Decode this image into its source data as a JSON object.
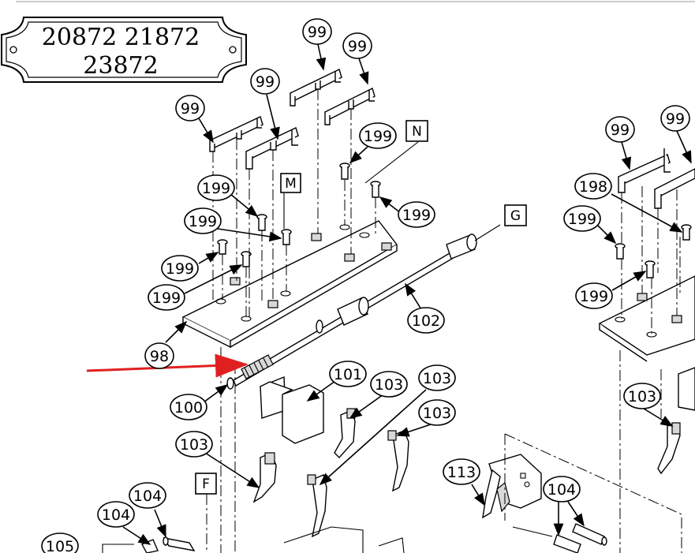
{
  "badge": {
    "line1": "20872  21872",
    "line2": "23872"
  },
  "callouts": {
    "c99a": "99",
    "c99b": "99",
    "c99c": "99",
    "c99d": "99",
    "c99e": "99",
    "c99f": "99",
    "c199a": "199",
    "c199b": "199",
    "c199c": "199",
    "c199d": "199",
    "c199e": "199",
    "c199f": "199",
    "c199g": "199",
    "c199h": "199",
    "c198": "198",
    "c98": "98",
    "c100": "100",
    "c101": "101",
    "c102": "102",
    "c103a": "103",
    "c103b": "103",
    "c103c": "103",
    "c103d": "103",
    "c103e": "103",
    "c104a": "104",
    "c104b": "104",
    "c104c": "104",
    "c105": "105",
    "c113": "113"
  },
  "ref_boxes": {
    "M": "M",
    "N": "N",
    "G": "G",
    "F": "F"
  },
  "colors": {
    "arrow": "#e02020",
    "line": "#000000"
  }
}
